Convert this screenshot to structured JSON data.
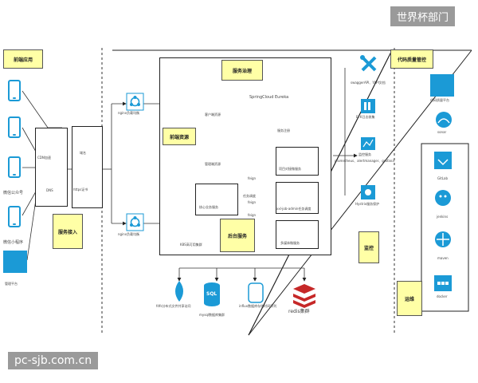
{
  "watermark_top": "世界杯部门",
  "watermark_bottom": "pc-sjb.com.cn",
  "notes": {
    "frontend_app": "前端应用",
    "service_access": "服务接入",
    "service_governance": "服务治理",
    "frontend_resources": "前端资源",
    "backend_services": "后台服务",
    "code_quality": "代码质量管控",
    "monitoring": "监控",
    "ops": "运维"
  },
  "clients": {
    "wechat_official": "微信公众号",
    "wechat_mini": "微信小程序",
    "mgmt_platform": "管理平台"
  },
  "access": {
    "cdn": "CDN加速",
    "dns": "DNS",
    "domain": "域名",
    "https_cert": "https证书"
  },
  "nginx": {
    "top": "nginx负载均衡",
    "bottom": "nginx负载均衡"
  },
  "k8s": {
    "cluster": "K8S高可用集群",
    "eureka": "SpringCloud Eureka",
    "register": "服务注册",
    "client_res": "客户端资源",
    "admin_res": "管理端资源",
    "core_service": "核心业务服务",
    "project_service": "项目对接微服务",
    "xxl_job": "xxl-job-admin任务调度",
    "media_service": "多媒体微服务",
    "feign1": "feign",
    "feign2": "feign",
    "feign3": "feign",
    "task_dispatch": "任务调度"
  },
  "storage": {
    "fdfs": "fdfs分布式文件共享访问",
    "mysql": "mysql数据库集群",
    "influx": "influx数据库存储时间序列",
    "redis": "redis集群",
    "sql": "SQL"
  },
  "monitor": {
    "swagger": "swaggerAPI、YAPI文档",
    "efk": "EFK日志收集",
    "monitor_service": "监控服务",
    "prometheus": "prometheus、alertmanager、grafana",
    "hystrix": "Hystrix服务保护"
  },
  "ops_tools": {
    "code_platform": "代码质量平台",
    "sonar": "sonar",
    "gitlab": "GitLab",
    "jenkins": "jenkins",
    "maven": "maven",
    "docker": "docker"
  },
  "colors": {
    "blue": "#1b9ad6",
    "note": "#ffffa6",
    "badge": "#9a9a9a"
  }
}
